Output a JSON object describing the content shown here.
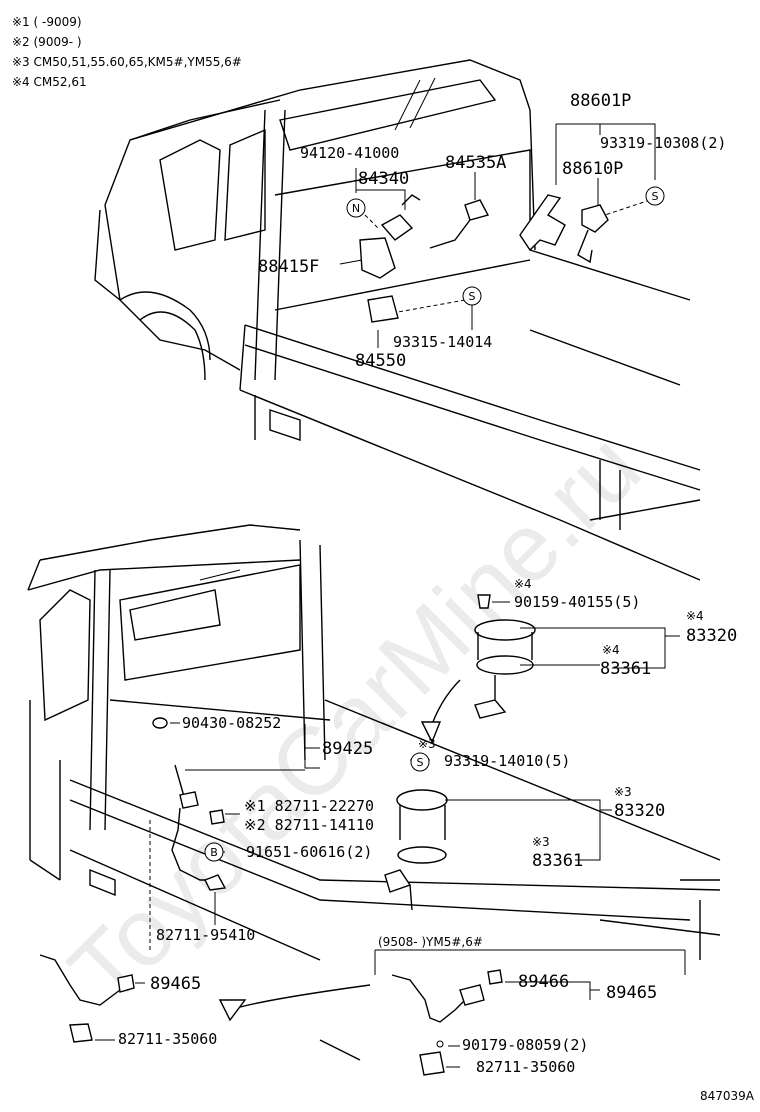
{
  "notes": [
    "※1 (      -9009)",
    "※2 (9009-      )",
    "※3 CM50,51,55.60,65,KM5#,YM55,6#",
    "※4 CM52,61"
  ],
  "watermark": "ToyotaCarMine.ru",
  "figure_id": "847039A",
  "top_labels": {
    "p88601P": "88601P",
    "p93319_10308": "93319-10308(2)",
    "p88610P": "88610P",
    "p94120_41000": "94120-41000",
    "p84340": "84340",
    "p84535A": "84535A",
    "p88415F": "88415F",
    "p93315_14014": "93315-14014",
    "p84550": "84550"
  },
  "bottom_labels": {
    "n4a": "※4",
    "p90159_40155": "90159-40155(5)",
    "n4b": "※4",
    "p83320a": "83320",
    "n4c": "※4",
    "p83361a": "83361",
    "p90430_08252": "90430-08252",
    "p89425": "89425",
    "n3a": "※3",
    "p93319_14010": "93319-14010(5)",
    "n3b": "※3",
    "p83320b": "83320",
    "p82711_22270": "※1 82711-22270",
    "p82711_14110": "※2 82711-14110",
    "p91651_60616": "91651-60616(2)",
    "n3c": "※3",
    "p83361b": "83361",
    "p82711_95410": "82711-95410",
    "range_note": "(9508-      )YM5#,6#",
    "p89465a": "89465",
    "p89466": "89466",
    "p89465b": "89465",
    "p90179_08059": "90179-08059(2)",
    "p82711_35060a": "82711-35060",
    "p82711_35060b": "82711-35060"
  },
  "markers": {
    "N": "N",
    "S1": "S",
    "S2": "S",
    "S3": "S",
    "B": "B"
  }
}
